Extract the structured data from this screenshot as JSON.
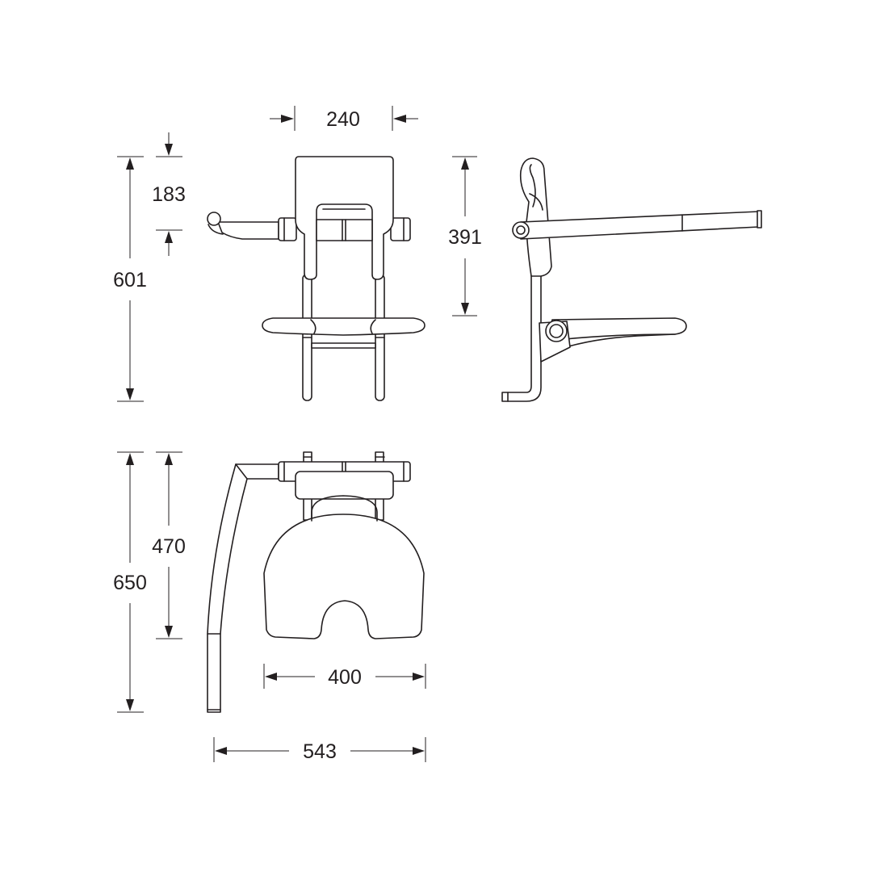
{
  "dimensions": {
    "front_width": "240",
    "backrest_height": "183",
    "overall_height": "601",
    "side_height": "391",
    "top_depth_seat": "470",
    "top_depth_overall": "650",
    "seat_width": "400",
    "overall_width": "543"
  },
  "colors": {
    "line": "#231f20",
    "background": "#ffffff"
  }
}
